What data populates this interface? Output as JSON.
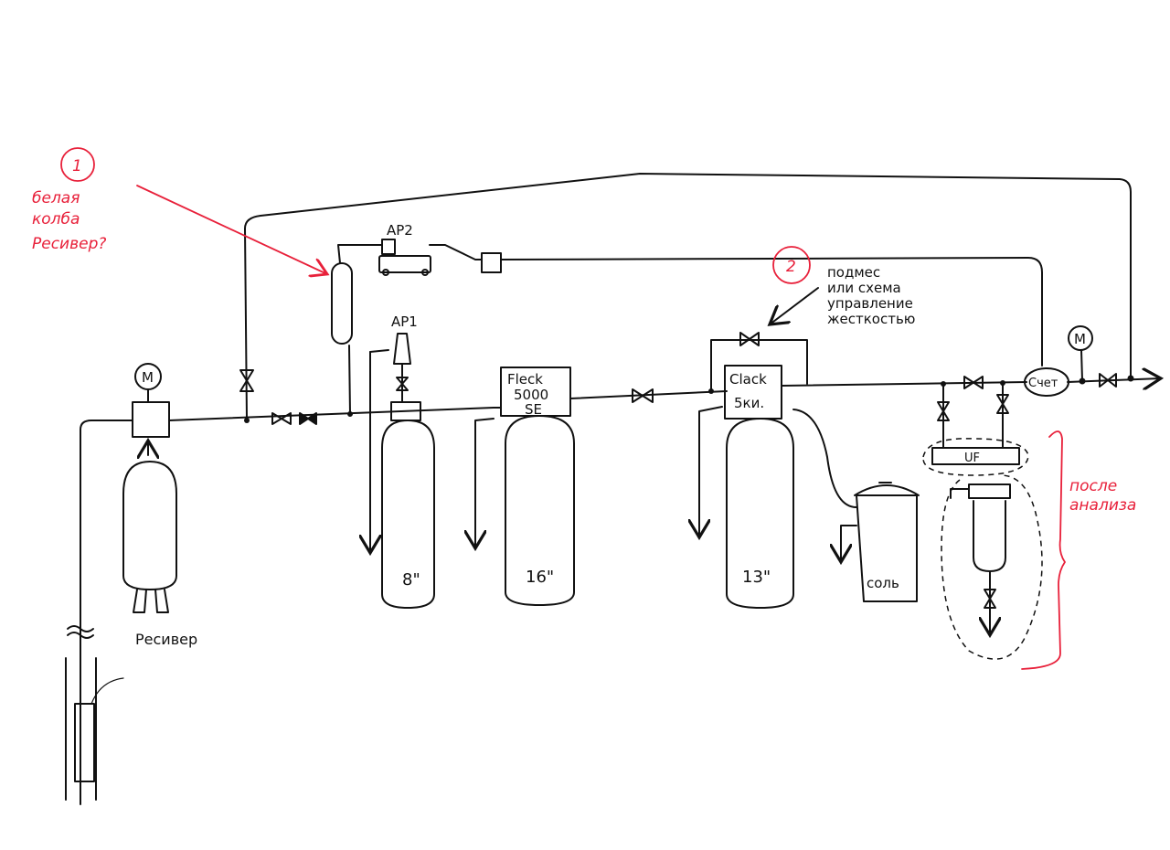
{
  "annotations": {
    "note1": {
      "number": "1",
      "lines": [
        "белая",
        "колба",
        "Ресивер?"
      ]
    },
    "note2": {
      "number": "2",
      "lines": [
        "подмес",
        "или схема",
        "управление",
        "жесткостью"
      ]
    },
    "after_analysis": [
      "после",
      "анализа"
    ]
  },
  "labels": {
    "motor_left": "M",
    "motor_right": "M",
    "receiver": "Ресивер",
    "ap2": "AP2",
    "ap1": "AP1",
    "fleck": [
      "Fleck",
      "5000",
      "SE"
    ],
    "clack": [
      "Clack",
      "5ки."
    ],
    "tank_8": "8\"",
    "tank_16": "16\"",
    "tank_13": "13\"",
    "salt": "соль",
    "uf": "UF",
    "meter": "Счет"
  },
  "colors": {
    "ink": "#111111",
    "annotation": "#e8203a"
  }
}
